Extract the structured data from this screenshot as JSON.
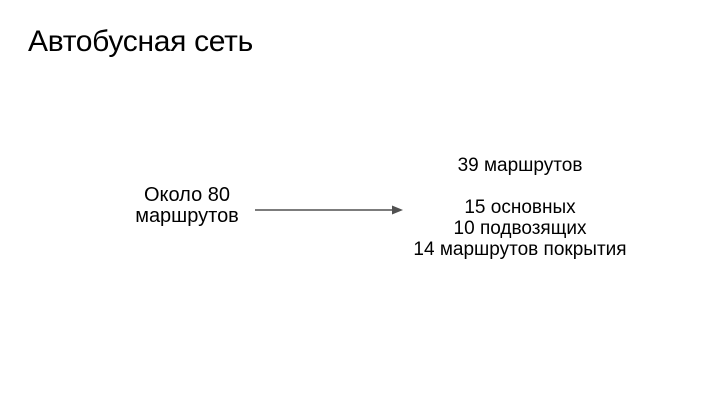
{
  "slide": {
    "title": "Автобусная сеть",
    "left_block": {
      "lines": [
        "Около 80",
        "маршрутов"
      ]
    },
    "right_block": {
      "lines": [
        "39 маршрутов",
        "",
        "15 основных",
        "10 подвозящих",
        "14 маршрутов покрытия"
      ]
    },
    "arrow": {
      "direction": "right",
      "color": "#515151"
    },
    "background_color": "#ffffff",
    "text_color": "#000000"
  }
}
